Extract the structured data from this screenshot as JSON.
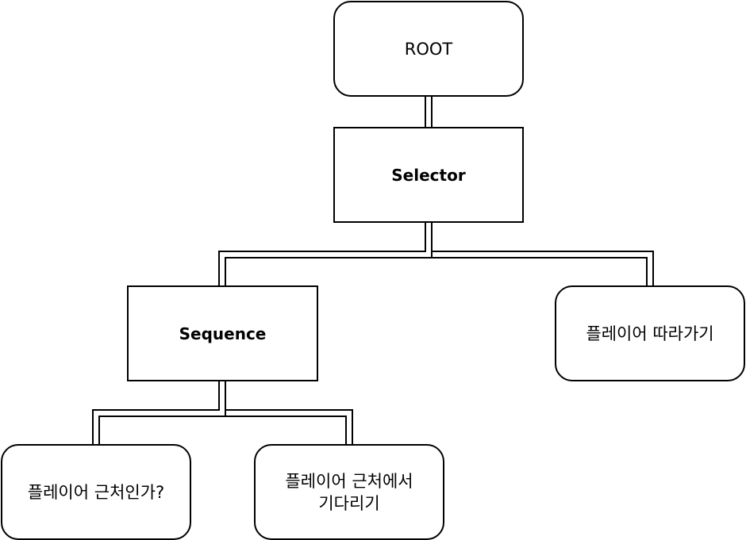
{
  "nodes": {
    "root": {
      "label": "ROOT",
      "shape": "rounded-rectangle"
    },
    "selector": {
      "label": "Selector",
      "shape": "rectangle"
    },
    "sequence": {
      "label": "Sequence",
      "shape": "rectangle"
    },
    "follow_player": {
      "label": "플레이어 따라가기",
      "shape": "rounded-rectangle"
    },
    "is_player_near": {
      "label": "플레이어 근처인가?",
      "shape": "rounded-rectangle"
    },
    "wait_near_player": {
      "label": "플레이어 근처에서\n기다리기",
      "shape": "rounded-rectangle"
    }
  },
  "edges": [
    {
      "from": "root",
      "to": "selector"
    },
    {
      "from": "selector",
      "to": "sequence"
    },
    {
      "from": "selector",
      "to": "follow_player"
    },
    {
      "from": "sequence",
      "to": "is_player_near"
    },
    {
      "from": "sequence",
      "to": "wait_near_player"
    }
  ],
  "colors": {
    "stroke": "#000000",
    "fill": "#ffffff",
    "text": "#000000"
  },
  "edge_style": "double-line-orthogonal"
}
